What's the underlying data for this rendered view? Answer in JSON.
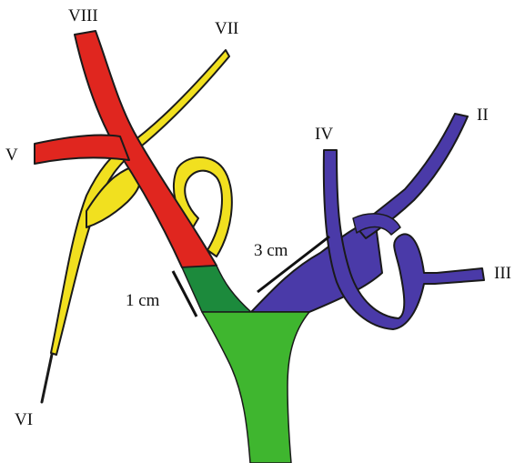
{
  "labels": {
    "viii": "VIII",
    "vii": "VII",
    "v": "V",
    "vi": "VI",
    "iv": "IV",
    "ii": "II",
    "iii": "III",
    "dist_1cm": "1 cm",
    "dist_3cm": "3 cm"
  },
  "colors": {
    "red_segment": "#e0261f",
    "yellow_segment": "#f1e01f",
    "blue_segment": "#4a3aa8",
    "dark_green_segment": "#1c8a3c",
    "green_segment": "#3fb62f",
    "outline": "#1a1a1a"
  }
}
